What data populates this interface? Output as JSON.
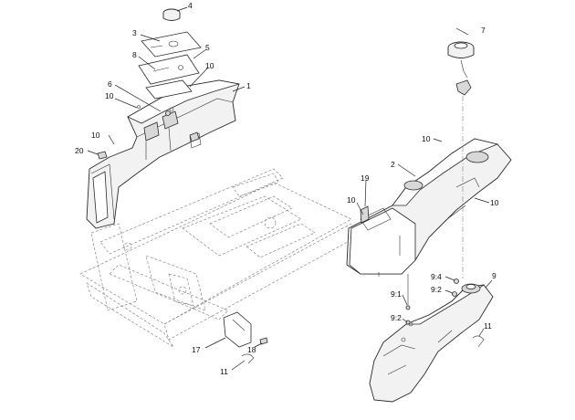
{
  "callouts": {
    "c1": "1",
    "c2": "2",
    "c3": "3",
    "c4": "4",
    "c5": "5",
    "c6": "6",
    "c7": "7",
    "c8": "8",
    "c9": "9",
    "c10_a": "10",
    "c10_b": "10",
    "c10_c": "10",
    "c10_d": "10",
    "c10_e": "10",
    "c10_f": "10",
    "c11_a": "11",
    "c11_b": "11",
    "c17": "17",
    "c18": "18",
    "c19": "19",
    "c20": "20",
    "c9_1": "9:1",
    "c9_2_a": "9:2",
    "c9_2_b": "9:2",
    "c9_4": "9:4"
  }
}
